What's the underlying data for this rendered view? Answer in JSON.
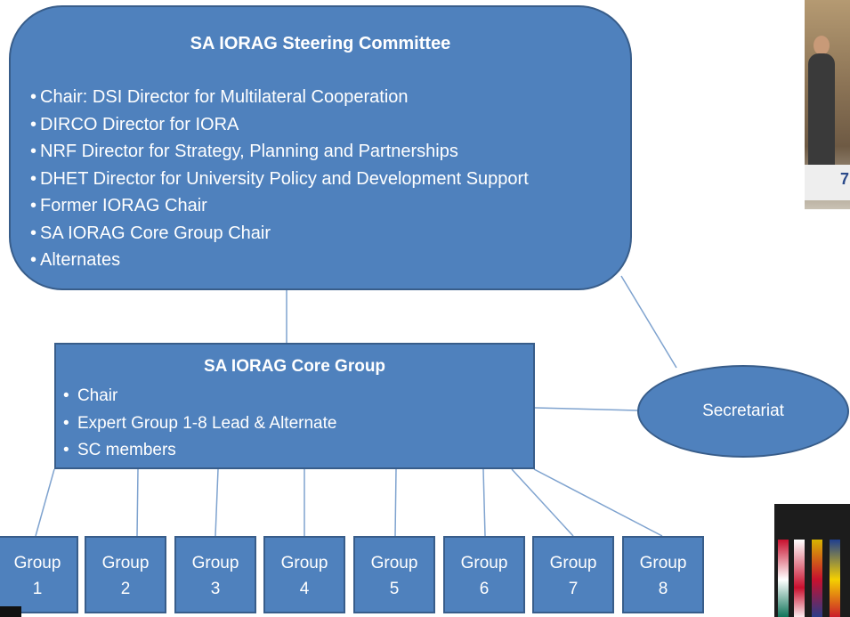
{
  "steering_committee": {
    "title": "SA IORAG Steering Committee",
    "bullet": "•",
    "items": [
      "Chair: DSI Director for Multilateral Cooperation",
      "DIRCO Director for IORA",
      "NRF Director for Strategy, Planning and Partnerships",
      "DHET Director for University Policy and Development Support",
      "Former IORAG Chair",
      "SA IORAG Core Group Chair",
      "Alternates"
    ]
  },
  "core_group": {
    "title": "SA IORAG Core Group",
    "bullet": "•",
    "items": [
      "Chair",
      "Expert Group 1-8 Lead & Alternate",
      "SC members"
    ]
  },
  "secretariat": {
    "label": "Secretariat"
  },
  "groups": [
    {
      "label": "Group",
      "number": "1"
    },
    {
      "label": "Group",
      "number": "2"
    },
    {
      "label": "Group",
      "number": "3"
    },
    {
      "label": "Group",
      "number": "4"
    },
    {
      "label": "Group",
      "number": "5"
    },
    {
      "label": "Group",
      "number": "6"
    },
    {
      "label": "Group",
      "number": "7"
    },
    {
      "label": "Group",
      "number": "8"
    }
  ],
  "colors": {
    "box_fill": "#4f81bd",
    "box_border": "#385d8a",
    "connector": "#7fa3cf",
    "text": "#ffffff"
  },
  "photos": {
    "top_right_sign": "7"
  }
}
